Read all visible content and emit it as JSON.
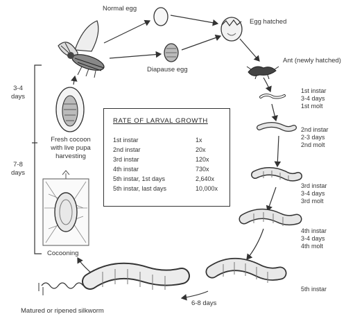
{
  "labels": {
    "normal_egg": "Normal egg",
    "egg_hatched": "Egg hatched",
    "diapause_egg": "Diapause egg",
    "ant": "Ant (newly hatched)",
    "fresh_cocoon": [
      "Fresh cocoon",
      "with live pupa",
      "harvesting"
    ],
    "cocooning": "Cocooning",
    "matured": "Matured or ripened silkworm",
    "duration_6_8": "6-8 days"
  },
  "side_durations": [
    [
      "3-4",
      "days"
    ],
    [
      "7-8",
      "days"
    ]
  ],
  "stages": [
    [
      "1st instar",
      "3-4 days",
      "1st molt"
    ],
    [
      "2nd instar",
      "2-3 days",
      "2nd molt"
    ],
    [
      "3rd instar",
      "3-4 days",
      "3rd molt"
    ],
    [
      "4th instar",
      "3-4 days",
      "4th molt"
    ],
    [
      "5th instar"
    ]
  ],
  "growth": {
    "title": "RATE OF LARVAL GROWTH",
    "rows": [
      {
        "stage": "1st instar",
        "value": "1x"
      },
      {
        "stage": "2nd instar",
        "value": "20x"
      },
      {
        "stage": "3rd instar",
        "value": "120x"
      },
      {
        "stage": "4th instar",
        "value": "730x"
      },
      {
        "stage": "5th  instar,   1st days",
        "value": "2,640x"
      },
      {
        "stage": "5th  instar,   last days",
        "value": "10,000x"
      }
    ]
  }
}
